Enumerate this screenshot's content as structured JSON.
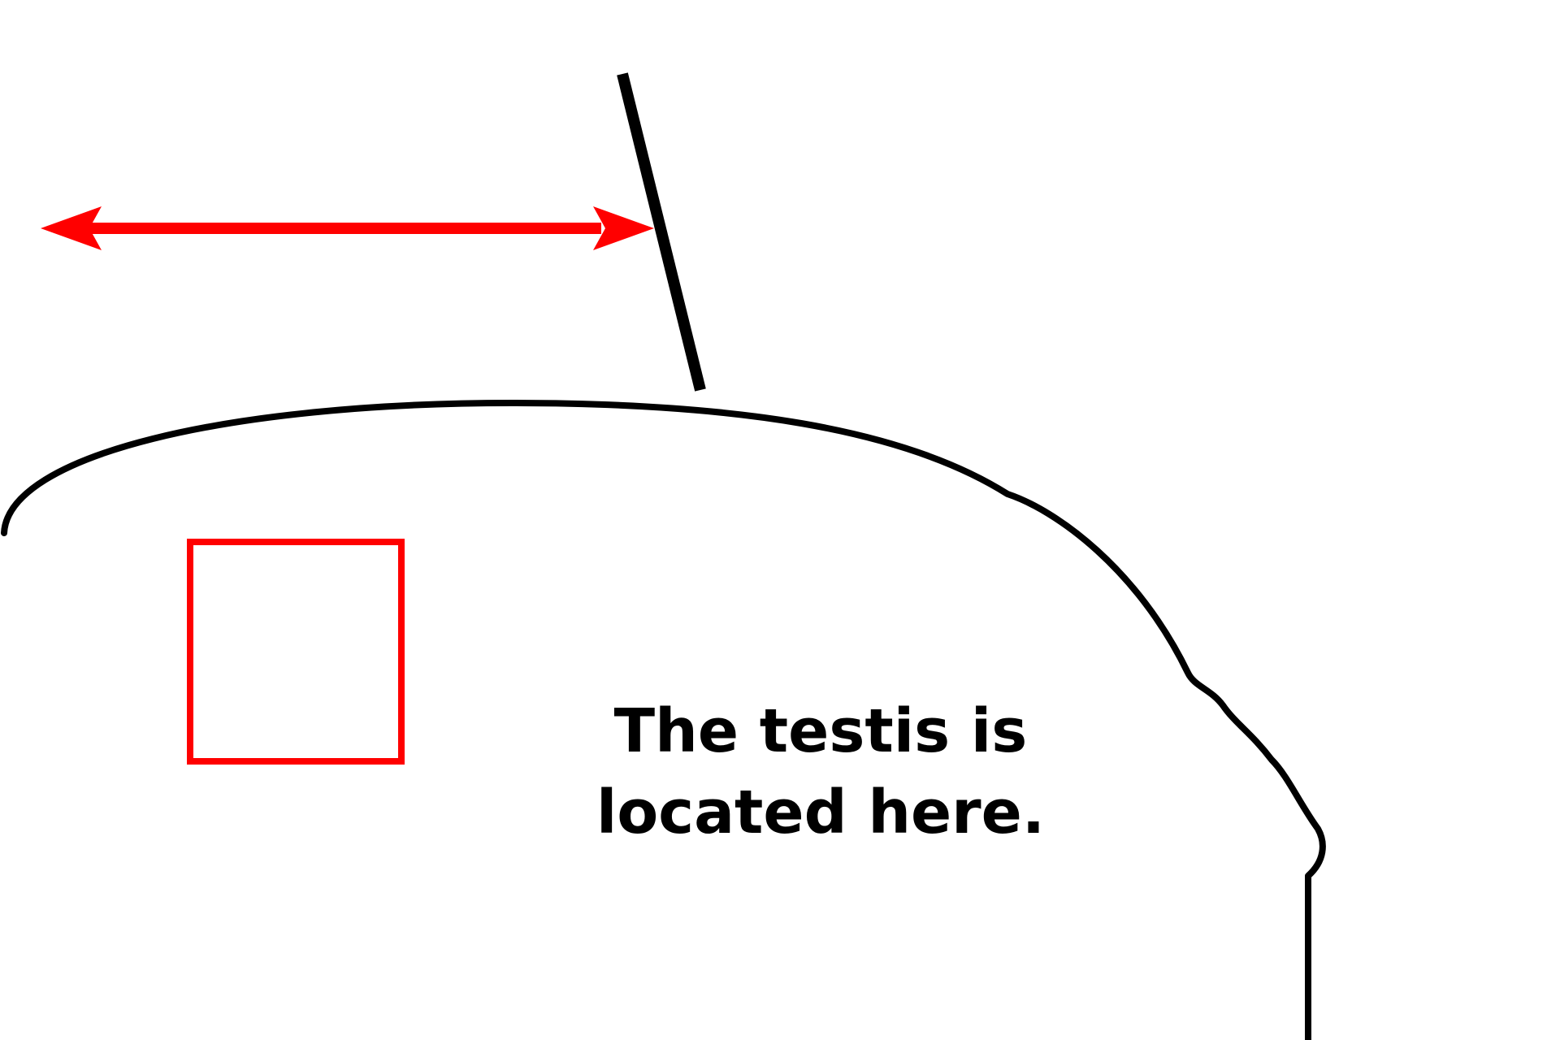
{
  "labels": {
    "line1": "The testis is",
    "line2": "located here."
  },
  "colors": {
    "outline": "#000000",
    "arrow": "#ff0000",
    "box": "#ff0000",
    "text": "#000000",
    "background": "#ffffff"
  },
  "elements": {
    "double_arrow": "horizontal double-headed arrow",
    "pointer_line": "diagonal pointer line",
    "body_outline": "curved outline",
    "marker_box": "square marker"
  }
}
